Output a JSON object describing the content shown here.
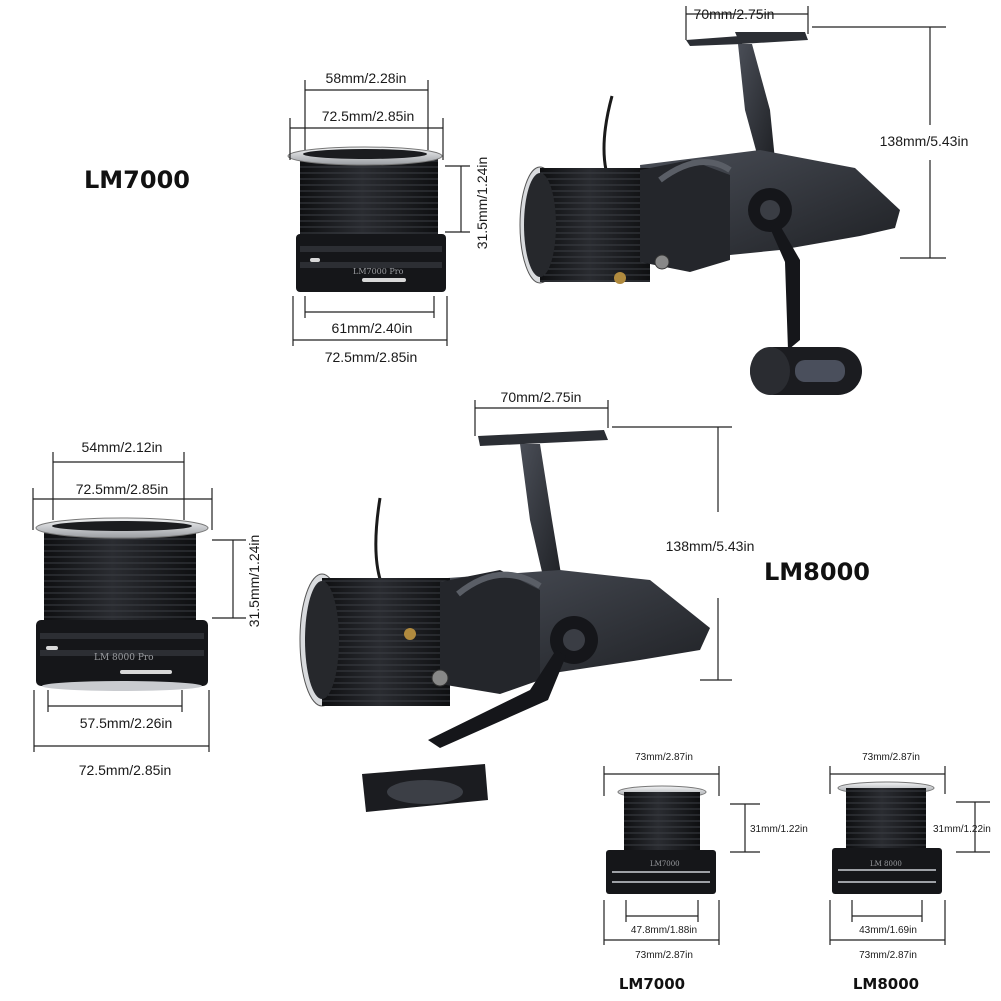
{
  "models": {
    "lm7000": "LM7000",
    "lm8000": "LM8000"
  },
  "lm7000_spool": {
    "model_text": "LM7000 Pro",
    "top_width": "58mm/2.28in",
    "lip_width": "72.5mm/2.85in",
    "height": "31.5mm/1.24in",
    "base_inner": "61mm/2.40in",
    "base_width": "72.5mm/2.85in"
  },
  "lm8000_spool": {
    "model_text": "LM 8000 Pro",
    "top_width": "54mm/2.12in",
    "lip_width": "72.5mm/2.85in",
    "height": "31.5mm/1.24in",
    "base_inner": "57.5mm/2.26in",
    "base_width": "72.5mm/2.85in"
  },
  "lm7000_reel": {
    "handle_width": "70mm/2.75in",
    "height": "138mm/5.43in"
  },
  "lm8000_reel": {
    "handle_width": "70mm/2.75in",
    "height": "138mm/5.43in"
  },
  "small_lm7000": {
    "model_text": "LM7000",
    "top": "73mm/2.87in",
    "height": "31mm/1.22in",
    "inner": "47.8mm/1.88in",
    "bottom": "73mm/2.87in",
    "caption": "LM7000"
  },
  "small_lm8000": {
    "model_text": "LM 8000",
    "top": "73mm/2.87in",
    "height": "31mm/1.22in",
    "inner": "43mm/1.69in",
    "bottom": "73mm/2.87in",
    "caption": "LM8000"
  },
  "colors": {
    "dark": "#1c1d20",
    "metal": "#3a3d44",
    "silver": "#cfd2d6",
    "accent": "#b08a3e"
  }
}
